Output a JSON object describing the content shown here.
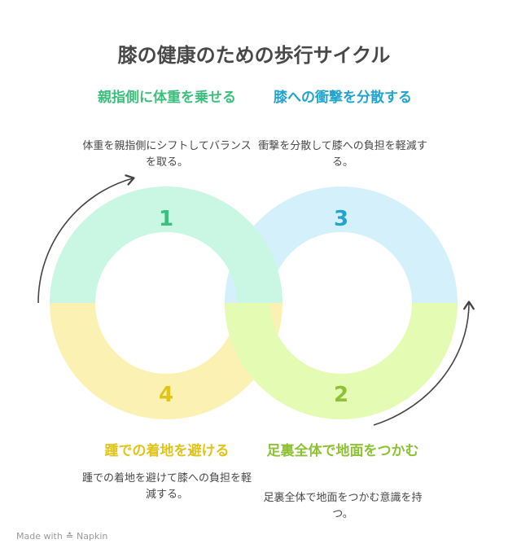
{
  "title": "膝の健康のための歩行サイクル",
  "steps": [
    {
      "num": "1",
      "title": "親指側に体重を乗せる",
      "desc": "体重を親指側にシフトしてバランスを取る。",
      "color": "#3dbf7c",
      "fill": "#c9f7e3"
    },
    {
      "num": "2",
      "title": "足裏全体で地面をつかむ",
      "desc": "足裏全体で地面をつかむ意識を持つ。",
      "color": "#8cc234",
      "fill": "#e4fbb3"
    },
    {
      "num": "3",
      "title": "膝への衝撃を分散する",
      "desc": "衝撃を分散して膝への負担を軽減する。",
      "color": "#22a4cf",
      "fill": "#d4f1fb"
    },
    {
      "num": "4",
      "title": "踵での着地を避ける",
      "desc": "踵での着地を避けて膝への負担を軽減する。",
      "color": "#e0c41a",
      "fill": "#fbf1b3"
    }
  ],
  "footer": {
    "made_with": "Made with",
    "brand": "Napkin"
  }
}
